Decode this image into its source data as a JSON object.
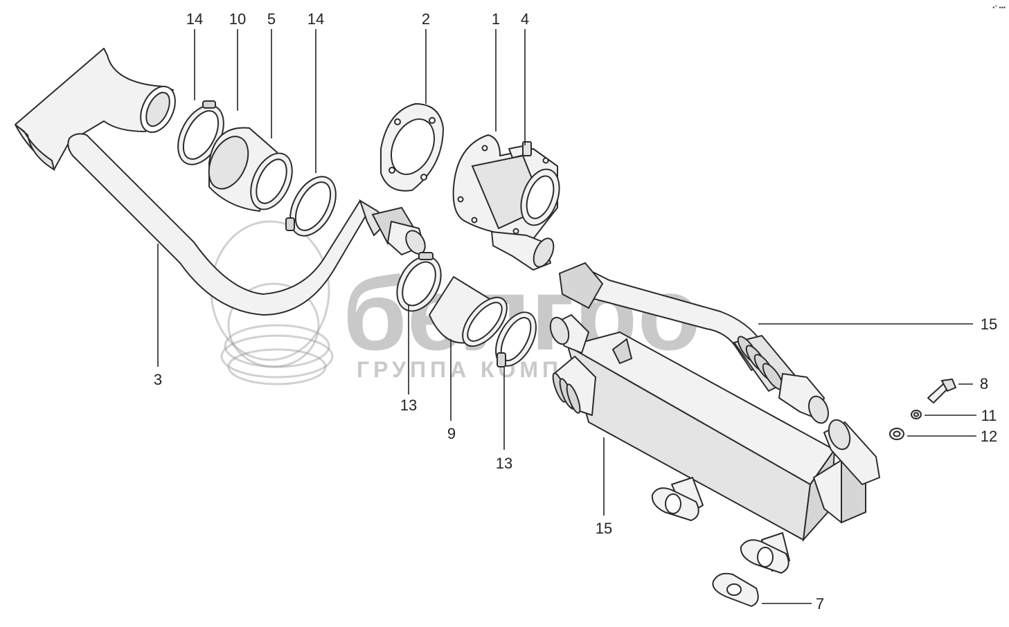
{
  "watermark": {
    "brand": "белгро",
    "tagline": "ГРУППА КОМПАНИЙ"
  },
  "corner_mark": "•° •••",
  "callouts": [
    {
      "id": "c14a",
      "label": "14"
    },
    {
      "id": "c10",
      "label": "10"
    },
    {
      "id": "c5",
      "label": "5"
    },
    {
      "id": "c14b",
      "label": "14"
    },
    {
      "id": "c2",
      "label": "2"
    },
    {
      "id": "c1",
      "label": "1"
    },
    {
      "id": "c4",
      "label": "4"
    },
    {
      "id": "c3",
      "label": "3"
    },
    {
      "id": "c13a",
      "label": "13"
    },
    {
      "id": "c9",
      "label": "9"
    },
    {
      "id": "c13b",
      "label": "13"
    },
    {
      "id": "c15a",
      "label": "15"
    },
    {
      "id": "c15b",
      "label": "15"
    },
    {
      "id": "c8",
      "label": "8"
    },
    {
      "id": "c11",
      "label": "11"
    },
    {
      "id": "c12",
      "label": "12"
    },
    {
      "id": "c7",
      "label": "7"
    }
  ]
}
